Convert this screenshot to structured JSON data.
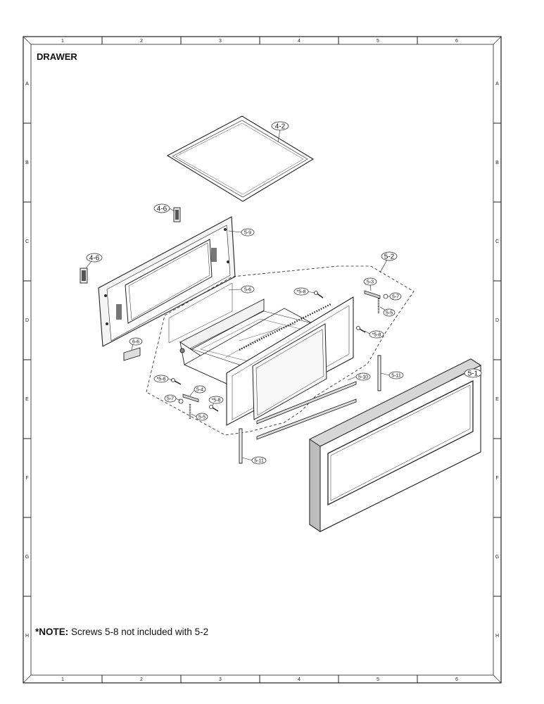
{
  "title": "DRAWER",
  "note": {
    "prefix": "*NOTE:",
    "text": "Screws 5-8 not included with 5-2"
  },
  "grid": {
    "columns": [
      "1",
      "2",
      "3",
      "4",
      "5",
      "6"
    ],
    "rows": [
      "A",
      "B",
      "C",
      "D",
      "E",
      "F",
      "G",
      "H"
    ]
  },
  "callouts": {
    "c_4_2": "4-2",
    "c_4_6a": "4-6",
    "c_4_6b": "4-6",
    "c_5_9": "5-9",
    "c_5_2": "5-2",
    "c_5_6": "5-6",
    "c_5_8a": "*5-8",
    "c_5_3": "5-3",
    "c_5_7a": "5-7",
    "c_5_5a": "5-5",
    "c_5_8b": "*5-8",
    "c_6_6": "6-6",
    "c_5_11a": "5-11",
    "c_5_10": "5-10",
    "c_5_1": "5-1",
    "c_5_8c": "*5-8",
    "c_5_4": "5-4",
    "c_5_7b": "5-7",
    "c_5_8d": "*5-8",
    "c_5_5b": "5-5",
    "c_5_11b": "5-11"
  }
}
